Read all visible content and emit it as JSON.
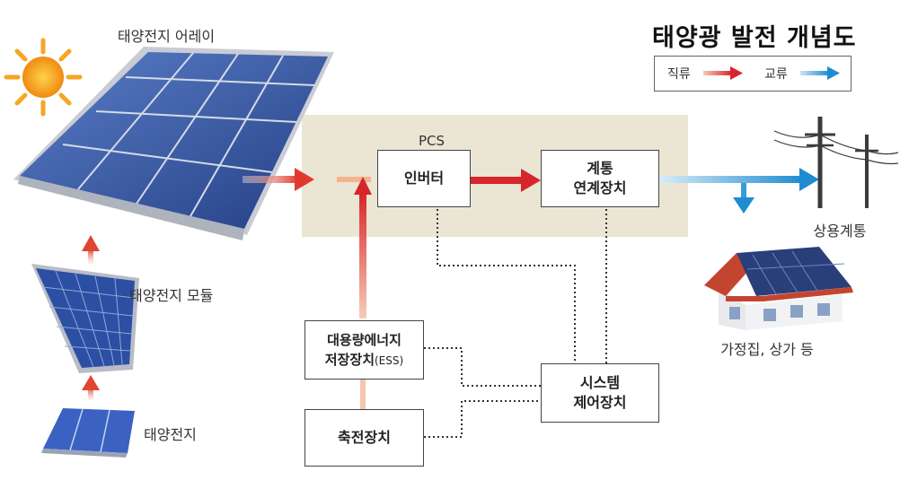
{
  "title": "태양광 발전 개념도",
  "legend": {
    "dc_label": "직류",
    "ac_label": "교류",
    "dc_color": "#d8252b",
    "ac_color": "#1f8bd1"
  },
  "pcs": {
    "label": "PCS"
  },
  "boxes": {
    "inverter": "인버터",
    "grid_connect_line1": "계통",
    "grid_connect_line2": "연계장치",
    "ess_line1": "대용량에너지",
    "ess_line2": "저장장치",
    "ess_suffix": "(ESS)",
    "charger": "축전장치",
    "system_line1": "시스템",
    "system_line2": "제어장치"
  },
  "labels": {
    "array": "태양전지 어레이",
    "module": "태양전지 모듈",
    "cell": "태양전지",
    "grid": "상용계통",
    "home": "가정집, 상가 등"
  },
  "icons": {
    "sun": "sun-icon",
    "panel_array": "solar-array-icon",
    "panel_module": "solar-module-icon",
    "panel_cell": "solar-cell-icon",
    "utility_pole": "utility-pole-icon",
    "house": "house-icon"
  }
}
